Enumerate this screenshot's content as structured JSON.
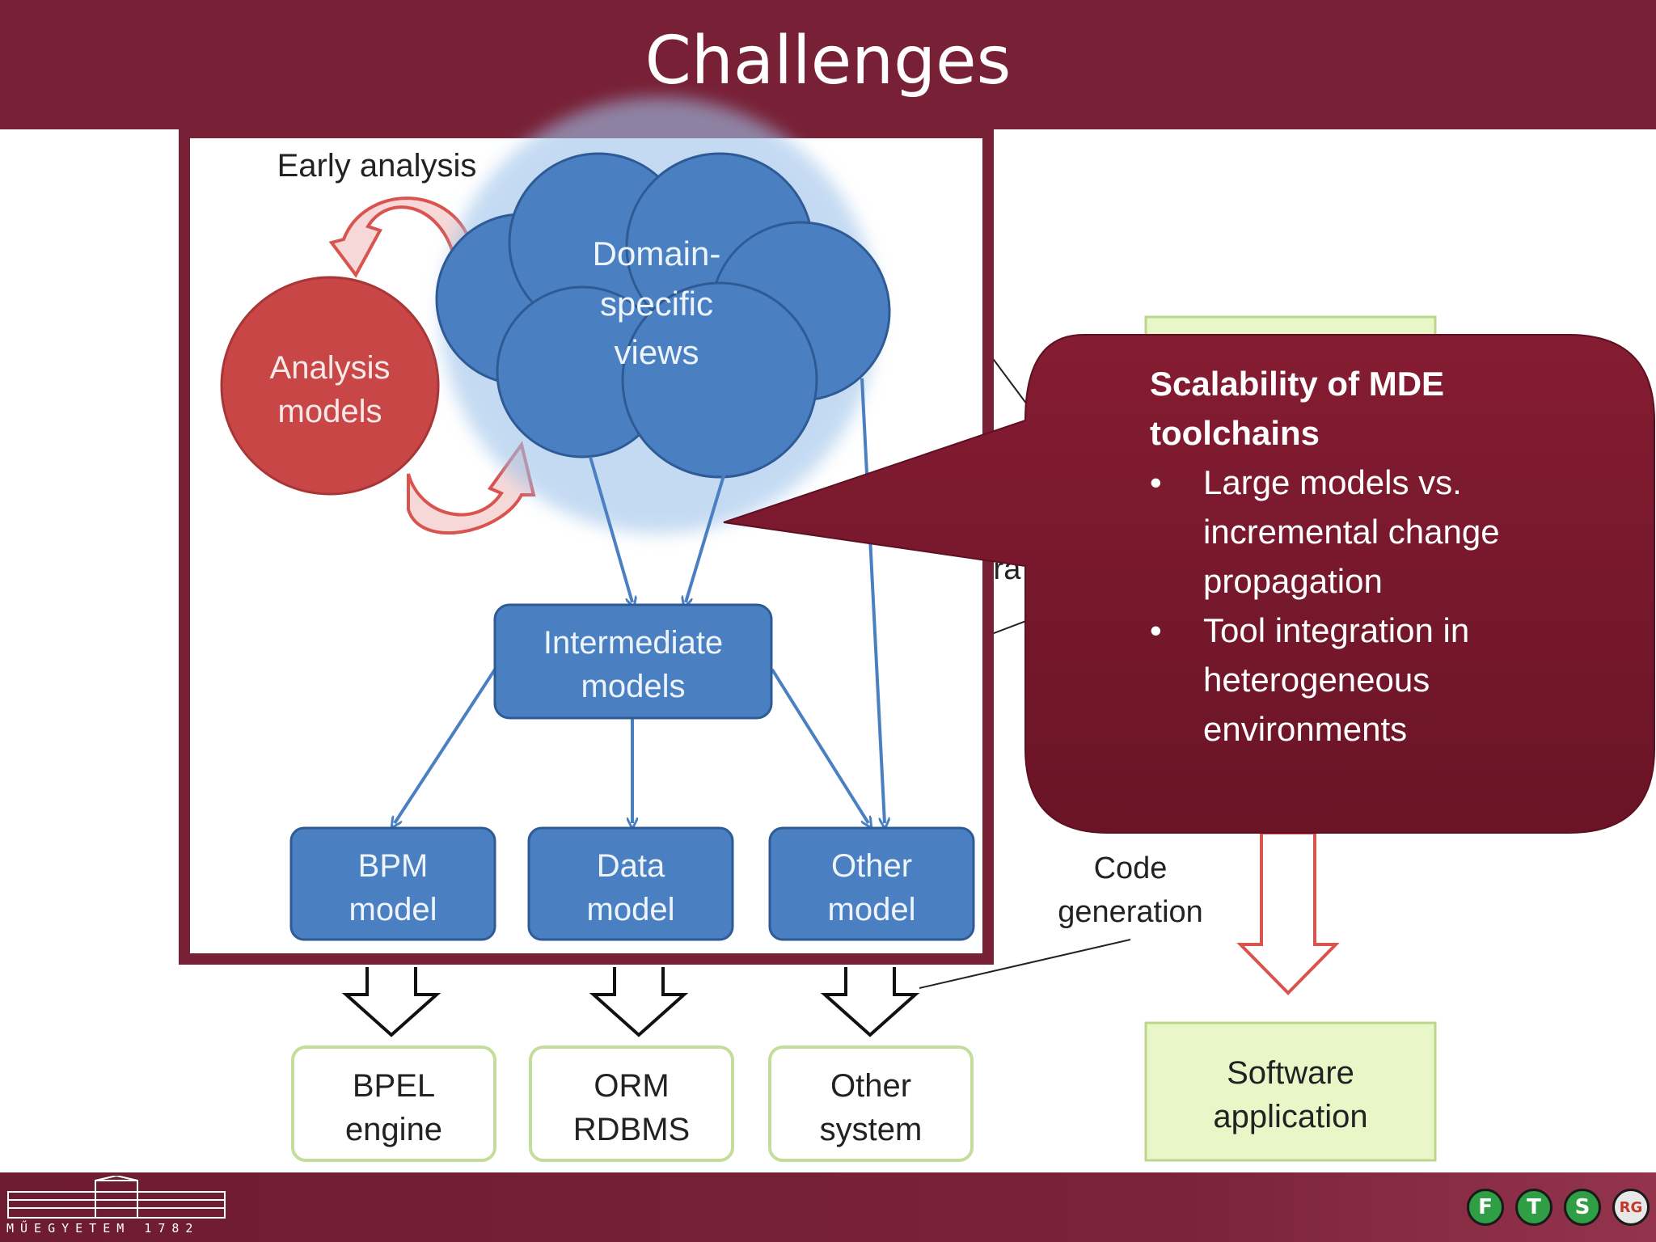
{
  "slide": {
    "title": "Challenges"
  },
  "colors": {
    "header": "#782036",
    "callout": "#7a1a2e",
    "node_blue": "#4a80c2",
    "analysis_red": "#c84646",
    "green_box": "#e9f7c8"
  },
  "diagram": {
    "early_analysis": "Early analysis",
    "analysis_models": [
      "Analysis",
      "models"
    ],
    "domain_views": [
      "Domain-",
      "specific",
      "views"
    ],
    "intermediate": [
      "Intermediate",
      "models"
    ],
    "models": [
      [
        "BPM",
        "model"
      ],
      [
        "Data",
        "model"
      ],
      [
        "Other",
        "model"
      ]
    ],
    "targets": [
      [
        "BPEL",
        "engine"
      ],
      [
        "ORM",
        "RDBMS"
      ],
      [
        "Other",
        "system"
      ]
    ],
    "code_generation": [
      "Code",
      "generation"
    ],
    "software_application": [
      "Software",
      "application"
    ],
    "partial_label": "tra"
  },
  "callout": {
    "heading_line1": "Scalability of MDE",
    "heading_line2": "toolchains",
    "bullet_symbol": "•",
    "bullets": [
      [
        "Large models vs.",
        "incremental change",
        "propagation"
      ],
      [
        "Tool integration in",
        "heterogeneous",
        "environments"
      ]
    ]
  },
  "footer": {
    "motto": "MŰEGYETEM 1782",
    "logos": [
      "F",
      "T",
      "S",
      "RG"
    ]
  }
}
